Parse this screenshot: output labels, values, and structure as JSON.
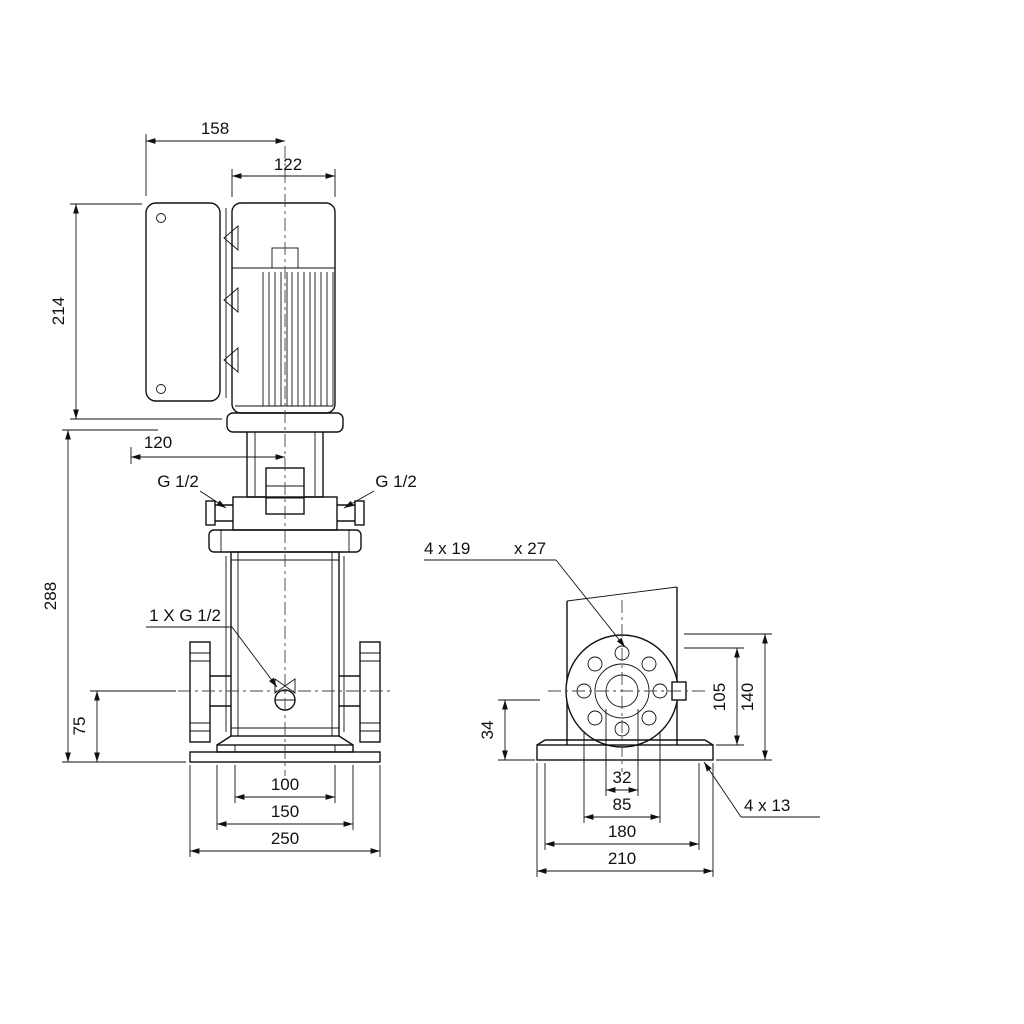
{
  "front_view": {
    "dim_width_total": "158",
    "dim_motor_width": "122",
    "dim_motor_height": "214",
    "dim_clearance": "120",
    "dim_pump_height": "288",
    "dim_port_height": "75",
    "dim_base_inner": "100",
    "dim_base_mid": "150",
    "dim_base_outer": "250",
    "label_port_left": "G 1/2",
    "label_port_right": "G 1/2",
    "label_drain": "1 X G 1/2"
  },
  "side_view": {
    "label_flange_holes": "4 x 19",
    "label_flange_depth": "x 27",
    "dim_plug_height": "34",
    "dim_flange_mid": "105",
    "dim_flange_top": "140",
    "dim_bore": "32",
    "dim_bolt_circle": "85",
    "dim_base_holes": "180",
    "dim_base_width": "210",
    "label_base_holes": "4 x 13"
  }
}
